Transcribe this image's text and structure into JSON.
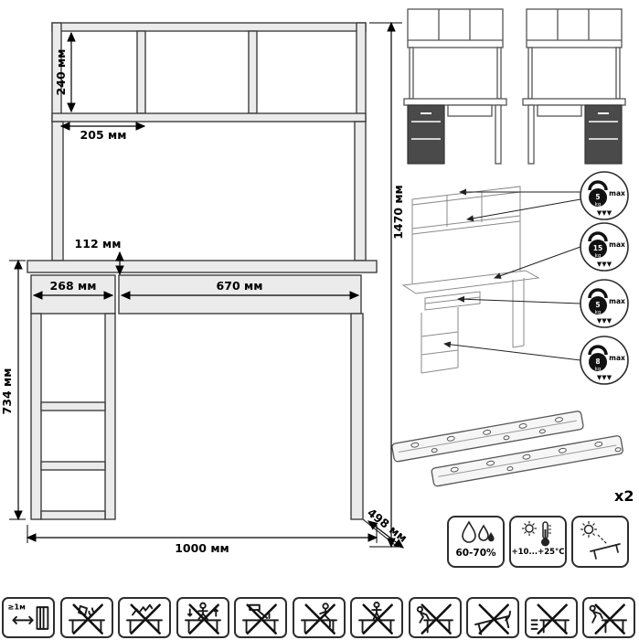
{
  "dimensions": {
    "d240": "240 мм",
    "d205": "205 мм",
    "d1470": "1470 мм",
    "d112": "112 мм",
    "d268": "268 мм",
    "d670": "670 мм",
    "d734": "734 мм",
    "d1000": "1000 мм",
    "d498": "498 мм"
  },
  "load_limits": [
    {
      "weight": "5",
      "unit": "kg",
      "max_label": "max",
      "arrows": "▼▼▼"
    },
    {
      "weight": "15",
      "unit": "kg",
      "max_label": "max",
      "arrows": "▼▼▼"
    },
    {
      "weight": "5",
      "unit": "kg",
      "max_label": "max",
      "arrows": "▼▼▼"
    },
    {
      "weight": "8",
      "unit": "kg",
      "max_label": "max",
      "arrows": "▼▼▼"
    }
  ],
  "hardware": {
    "slides_quantity": "x2"
  },
  "conditions": {
    "humidity": "60-70%",
    "temperature": "+10...+25°С"
  },
  "care": {
    "min_distance": "≥1м"
  },
  "icons": {
    "load": "kettlebell-icon",
    "humidity": "water-drops-icon",
    "temperature": "thermometer-icon",
    "sunlight": "sun-table-icon"
  },
  "care_pictograms": [
    "keep-distance-from-heat",
    "no-liquids",
    "no-cutting",
    "no-jumping",
    "no-hammering",
    "no-sitting",
    "no-standing",
    "no-climbing",
    "no-tilting",
    "no-dragging",
    "no-pushing"
  ]
}
